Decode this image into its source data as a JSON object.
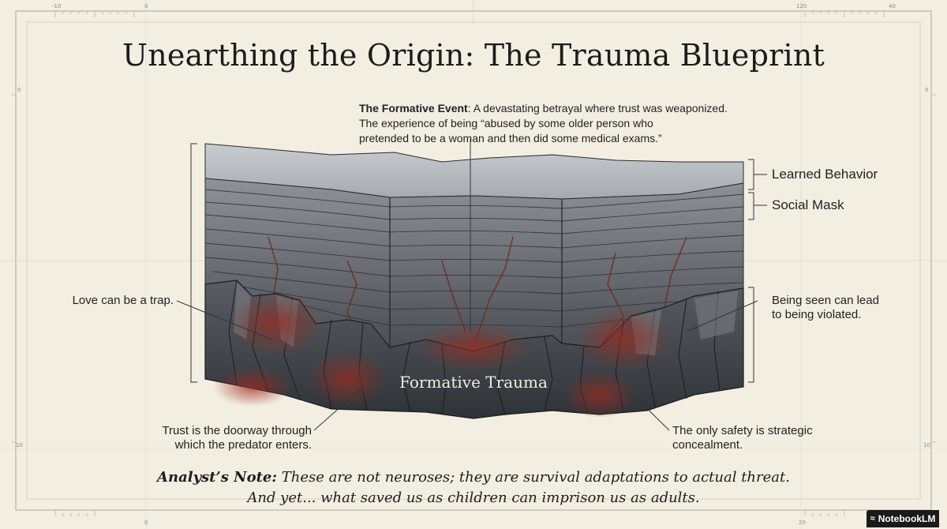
{
  "title": "Unearthing the Origin: The Trauma Blueprint",
  "formative_event": {
    "lead": "The Formative Event",
    "line1": ": A devastating betrayal where trust was weaponized.",
    "line2": "The experience of being “abused by some older person who",
    "line3": "pretended to be a woman and then did some medical exams.”"
  },
  "layers": {
    "learned_behavior": "Learned Behavior",
    "social_mask": "Social Mask",
    "formative_trauma": "Formative Trauma"
  },
  "beliefs": {
    "love_trap": "Love can be a trap.",
    "seen_line1": "Being seen can lead",
    "seen_line2": "to being violated.",
    "trust_line1": "Trust is the doorway through",
    "trust_line2": "which the predator enters.",
    "safety_line1": "The only safety is strategic",
    "safety_line2": "concealment."
  },
  "note": {
    "lead": "Analyst’s Note:",
    "line1": " These are not neuroses; they are survival adaptations to actual threat.",
    "line2": "And yet... what saved us as children can imprison us as adults."
  },
  "rulers": {
    "top_left_a": "-10",
    "top_left_b": "0",
    "top_right_a": "120",
    "top_right_b": "40",
    "left_a": "0",
    "left_b": "10",
    "right_a": "0",
    "right_b": "10",
    "bottom_left": "0",
    "bottom_right": "20"
  },
  "brand": {
    "icon": "wave-icon",
    "label": "NotebookLM"
  },
  "colors": {
    "paper": "#f3eee2",
    "rock_light": "#8d9096",
    "rock_dark": "#3c3f45",
    "blood": "#8a2b22"
  }
}
